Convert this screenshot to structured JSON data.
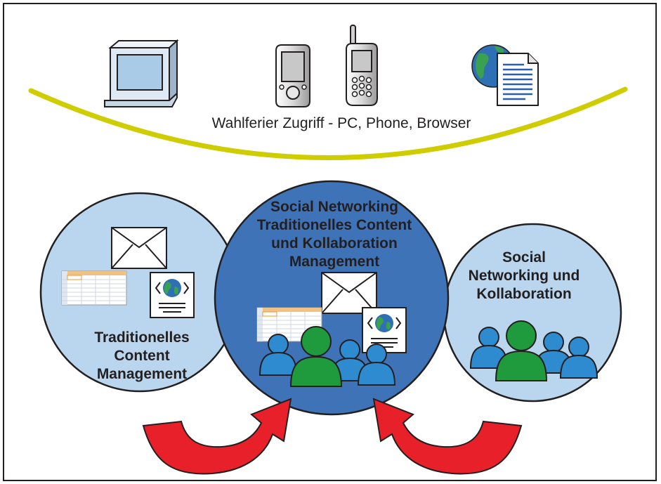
{
  "top": {
    "devices": [
      {
        "icon": "desktop-computer-icon"
      },
      {
        "icon": "pda-icon"
      },
      {
        "icon": "mobile-phone-icon"
      },
      {
        "icon": "web-document-icon"
      }
    ],
    "caption": "Wahlferier Zugriff - PC, Phone, Browser",
    "arc_color": "#cfcc00"
  },
  "circles": {
    "left": {
      "lines": [
        "Traditionelles",
        "Content",
        "Management"
      ],
      "fill": "#b9d6ee"
    },
    "center": {
      "lines": [
        "Social Networking",
        "Traditionelles Content",
        "und Kollaboration",
        "Management"
      ],
      "fill": "#3f73b8"
    },
    "right": {
      "lines": [
        "Social",
        "Networking und",
        "Kollaboration"
      ],
      "fill": "#b9d6ee"
    }
  },
  "colors": {
    "arrow": "#e8202a",
    "person_blue": "#2f8bd0",
    "person_green": "#1f9a3c",
    "outline": "#231f20"
  }
}
